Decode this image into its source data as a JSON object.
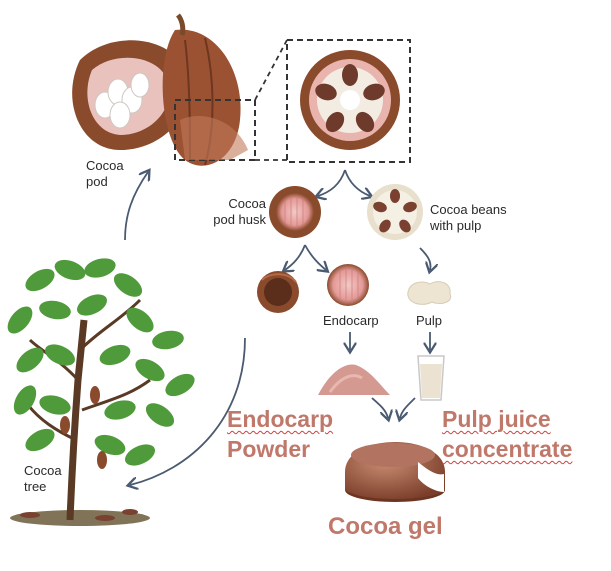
{
  "labels": {
    "cocoa_pod": [
      "Cocoa",
      "pod"
    ],
    "cocoa_pod_husk": [
      "Cocoa",
      "pod husk"
    ],
    "cocoa_beans_with_pulp": [
      "Cocoa beans",
      "with pulp"
    ],
    "endocarp": "Endocarp",
    "pulp": "Pulp",
    "cocoa_tree": [
      "Cocoa",
      "tree"
    ],
    "endocarp_powder": [
      "Endocarp",
      "Powder"
    ],
    "pulp_juice_concentrate": [
      "Pulp juice",
      "concentrate"
    ],
    "cocoa_gel": "Cocoa gel"
  },
  "colors": {
    "product_text": "#c0786a",
    "arrow": "#4a5a70",
    "pod_brown": "#8a4a2c",
    "pod_inner": "#e9c2bd",
    "leaf_green": "#4f9a3a",
    "trunk": "#5a3a25",
    "gel": "#9a5a45",
    "juice": "#ece2d2",
    "powder": "#d49a92"
  },
  "icons": [
    "cocoa-pod-icon",
    "cross-section-icon",
    "pod-husk-icon",
    "beans-with-pulp-icon",
    "endocarp-icon",
    "pulp-icon",
    "endocarp-powder-icon",
    "juice-glass-icon",
    "cocoa-gel-icon",
    "cocoa-tree-icon"
  ]
}
